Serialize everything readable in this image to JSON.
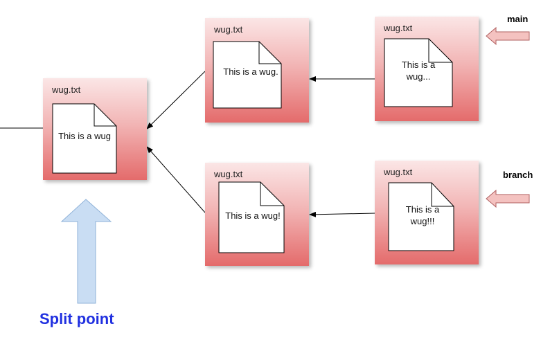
{
  "nodes": {
    "split": {
      "title": "wug.txt",
      "content": "This is a wug"
    },
    "main_mid": {
      "title": "wug.txt",
      "content": "This is a wug."
    },
    "main_tip": {
      "title": "wug.txt",
      "content_line1": "This is a",
      "content_line2": "wug..."
    },
    "branch_mid": {
      "title": "wug.txt",
      "content": "This is a wug!"
    },
    "branch_tip": {
      "title": "wug.txt",
      "content_line1": "This is a",
      "content_line2": "wug!!!"
    }
  },
  "labels": {
    "main": "main",
    "branch": "branch",
    "split_point": "Split point"
  },
  "colors": {
    "node_fill_top": "#fbe6e6",
    "node_fill_bottom": "#e46b6b",
    "pointer_arrow": "#f4c2c0",
    "split_arrow": "#c9ddf3",
    "split_text": "#2030e0"
  }
}
